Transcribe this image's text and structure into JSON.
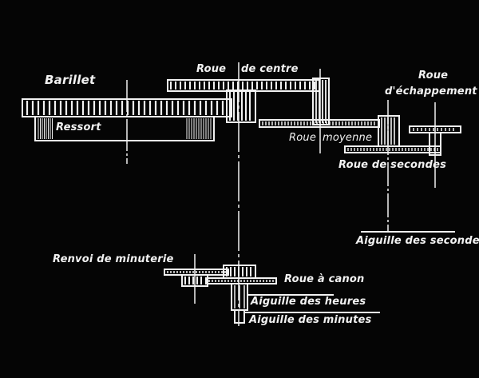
{
  "diagram": {
    "title": "Rouages d'une montre",
    "colors": {
      "background": "#050505",
      "line": "#f2f2f2"
    },
    "labels": {
      "barillet": "Barillet",
      "ressort": "Ressort",
      "roue_de_centre_a": "Roue",
      "roue_de_centre_b": "de centre",
      "roue_moyenne_a": "Roue",
      "roue_moyenne_b": "moyenne",
      "roue_echappement_a": "Roue",
      "roue_echappement_b": "d'échappement",
      "roue_de_secondes": "Roue de secondes",
      "aiguille_secondes": "Aiguille des secondes",
      "renvoi_minuterie": "Renvoi de minuterie",
      "roue_canon": "Roue à canon",
      "aiguille_heures": "Aiguille des heures",
      "aiguille_minutes": "Aiguille des minutes"
    }
  }
}
